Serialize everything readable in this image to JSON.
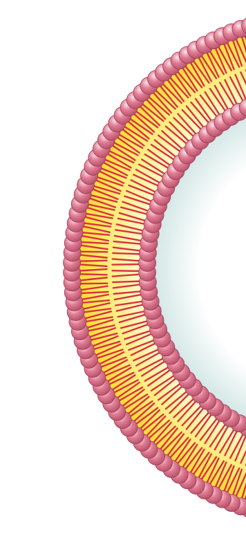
{
  "diagram": {
    "subject": "liposome-cross-section",
    "layers": {
      "outer_leaflet_lipid_count": 92,
      "inner_leaflet_lipid_count": 66,
      "visible_fraction": "left-half"
    },
    "colors": {
      "background": "#ffffff",
      "bilayer_core_light": "#fff9c8",
      "bilayer_core_mid": "#ffe96a",
      "bilayer_core_dark": "#ffd21c",
      "lipid_tail": "#d6333e",
      "head_highlight": "#fde4ea",
      "head_base": "#e07c93",
      "head_shadow": "#b24c66",
      "head_outline": "#9a3b53",
      "lumen_center": "#ffffff",
      "lumen_edge": "#9cc9c6"
    }
  }
}
